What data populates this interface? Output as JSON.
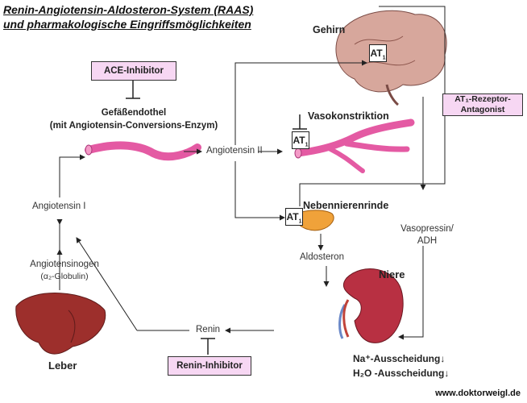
{
  "title": {
    "line1": "Renin-Angiotensin-Aldosteron-System (RAAS)",
    "line2": "und pharmakologische Eingriffsmöglichkeiten"
  },
  "labels": {
    "ace_inhibitor": "ACE-Inhibitor",
    "endothel_line1": "Gefäßendothel",
    "endothel_line2": "(mit Angiotensin-Conversions-Enzym)",
    "angiotensin2": "Angiotensin II",
    "angiotensin1": "Angiotensin I",
    "angiotensinogen_line1": "Angiotensinogen",
    "angiotensinogen_line2": "(α₂-Globulin)",
    "leber": "Leber",
    "renin": "Renin",
    "renin_inhibitor": "Renin-Inhibitor",
    "gehirn": "Gehirn",
    "vasokonstriktion": "Vasokonstriktion",
    "nebennierenrinde": "Nebennierenrinde",
    "aldosteron": "Aldosteron",
    "niere": "Niere",
    "vasopressin_line1": "Vasopressin/",
    "vasopressin_line2": "ADH",
    "at1_antagonist_line1": "AT₁-Rezeptor-",
    "at1_antagonist_line2": "Antagonist",
    "at_label": "AT",
    "at_sub": "1",
    "na_excretion": "Na⁺-Ausscheidung↓",
    "h2o_excretion": "H₂O -Ausscheidung↓",
    "website": "www.doktorweigl.de"
  },
  "colors": {
    "box_fill": "#f7d7f3",
    "vessel": "#e45aa3",
    "brain": "#d7a79c",
    "kidney": "#b83042",
    "liver": "#9d2f2c",
    "adrenal": "#f0a23a"
  }
}
